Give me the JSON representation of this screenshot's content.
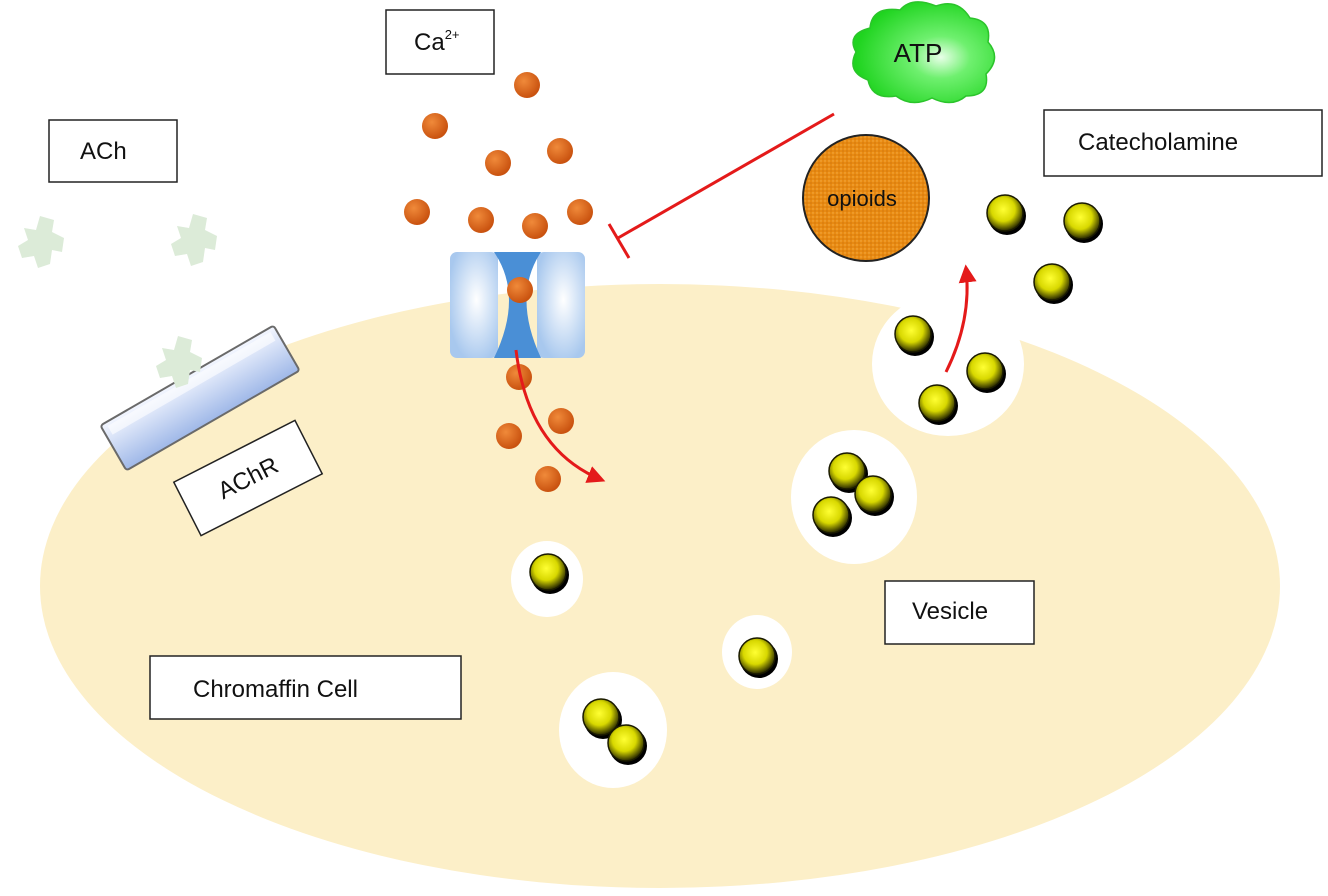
{
  "labels": {
    "ca": "Ca",
    "ca_superscript": "2+",
    "ach": "ACh",
    "achr": "AChR",
    "atp": "ATP",
    "opioids": "opioids",
    "catecholamine": "Catecholamine",
    "vesicle": "Vesicle",
    "chromaffin_cell": "Chromaffin Cell"
  },
  "colors": {
    "cell": "#fcefc8",
    "calcium": "#dd6a1e",
    "granule": "#e8e800",
    "atp_cloud": "#3ee83e",
    "opioid": "#e88a12",
    "channel": "#4a8fd6",
    "receptor": "#b9cdf0",
    "ach_molecule": "#dcebd8",
    "arrow": "#e41a1a"
  }
}
